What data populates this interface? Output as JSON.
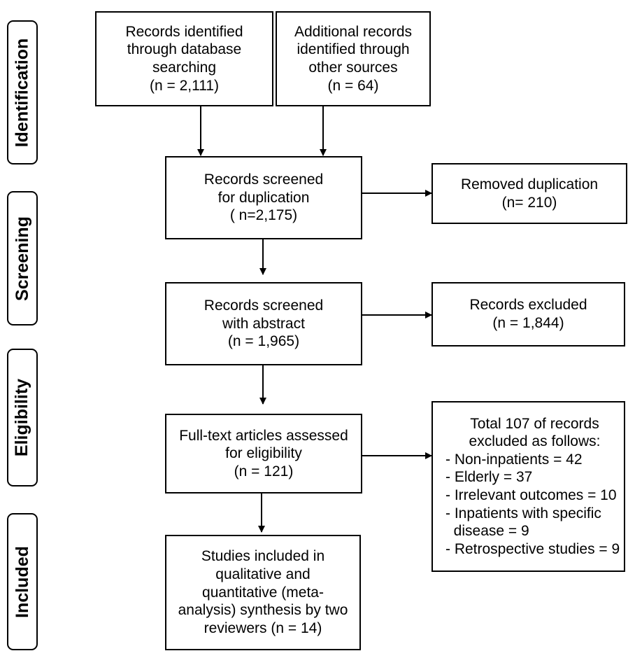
{
  "stages": {
    "identification": "Identification",
    "screening": "Screening",
    "eligibility": "Eligibility",
    "included": "Included"
  },
  "boxes": {
    "database": {
      "lines": [
        "Records identified",
        "through database",
        "searching",
        "(n = 2,111)"
      ]
    },
    "other": {
      "lines": [
        "Additional records",
        "identified through",
        "other sources",
        "(n = 64)"
      ]
    },
    "screened_dup": {
      "lines": [
        "Records screened",
        "for duplication",
        "( n=2,175)"
      ]
    },
    "removed_dup": {
      "lines": [
        "Removed duplication",
        "(n= 210)"
      ]
    },
    "screened_abs": {
      "lines": [
        "Records screened",
        "with abstract",
        "(n = 1,965)"
      ]
    },
    "excluded": {
      "lines": [
        "Records excluded",
        "(n = 1,844)"
      ]
    },
    "fulltext": {
      "lines": [
        "Full-text articles assessed",
        "for eligibility",
        "(n = 121)"
      ]
    },
    "excluded_reasons": {
      "title_lines": [
        "Total 107 of records",
        "excluded as follows:"
      ],
      "items": [
        "- Non-inpatients = 42",
        "- Elderly = 37",
        "- Irrelevant outcomes = 10",
        "- Inpatients with specific",
        "  disease = 9",
        "- Retrospective studies = 9"
      ]
    },
    "included": {
      "lines": [
        "Studies included in",
        "qualitative and",
        "quantitative (meta-",
        "analysis) synthesis by two",
        "reviewers (n = 14)"
      ]
    }
  }
}
